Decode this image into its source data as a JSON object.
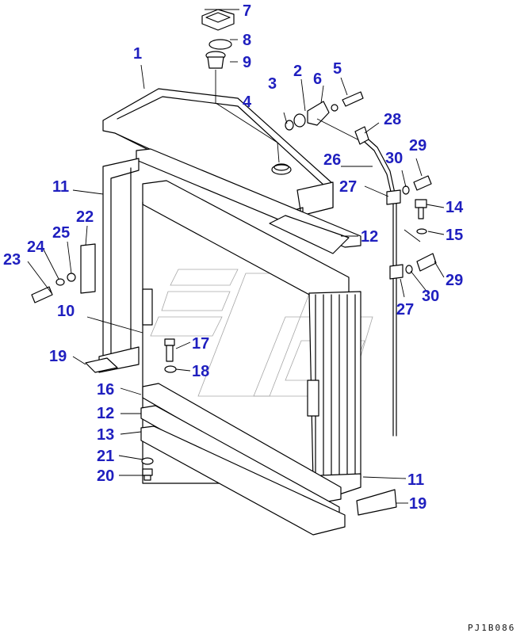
{
  "diagram": {
    "reference_code": "PJ1B086",
    "callouts": [
      {
        "id": "1",
        "label": "1"
      },
      {
        "id": "2",
        "label": "2"
      },
      {
        "id": "3",
        "label": "3"
      },
      {
        "id": "4",
        "label": "4"
      },
      {
        "id": "5",
        "label": "5"
      },
      {
        "id": "6",
        "label": "6"
      },
      {
        "id": "7",
        "label": "7"
      },
      {
        "id": "8",
        "label": "8"
      },
      {
        "id": "9",
        "label": "9"
      },
      {
        "id": "10",
        "label": "10"
      },
      {
        "id": "11a",
        "label": "11"
      },
      {
        "id": "11b",
        "label": "11"
      },
      {
        "id": "12a",
        "label": "12"
      },
      {
        "id": "12b",
        "label": "12"
      },
      {
        "id": "13",
        "label": "13"
      },
      {
        "id": "14",
        "label": "14"
      },
      {
        "id": "15",
        "label": "15"
      },
      {
        "id": "16",
        "label": "16"
      },
      {
        "id": "17",
        "label": "17"
      },
      {
        "id": "18",
        "label": "18"
      },
      {
        "id": "19a",
        "label": "19"
      },
      {
        "id": "19b",
        "label": "19"
      },
      {
        "id": "20",
        "label": "20"
      },
      {
        "id": "21",
        "label": "21"
      },
      {
        "id": "22",
        "label": "22"
      },
      {
        "id": "23",
        "label": "23"
      },
      {
        "id": "24",
        "label": "24"
      },
      {
        "id": "25",
        "label": "25"
      },
      {
        "id": "26",
        "label": "26"
      },
      {
        "id": "27a",
        "label": "27"
      },
      {
        "id": "27b",
        "label": "27"
      },
      {
        "id": "28",
        "label": "28"
      },
      {
        "id": "29a",
        "label": "29"
      },
      {
        "id": "29b",
        "label": "29"
      },
      {
        "id": "30a",
        "label": "30"
      },
      {
        "id": "30b",
        "label": "30"
      }
    ]
  }
}
